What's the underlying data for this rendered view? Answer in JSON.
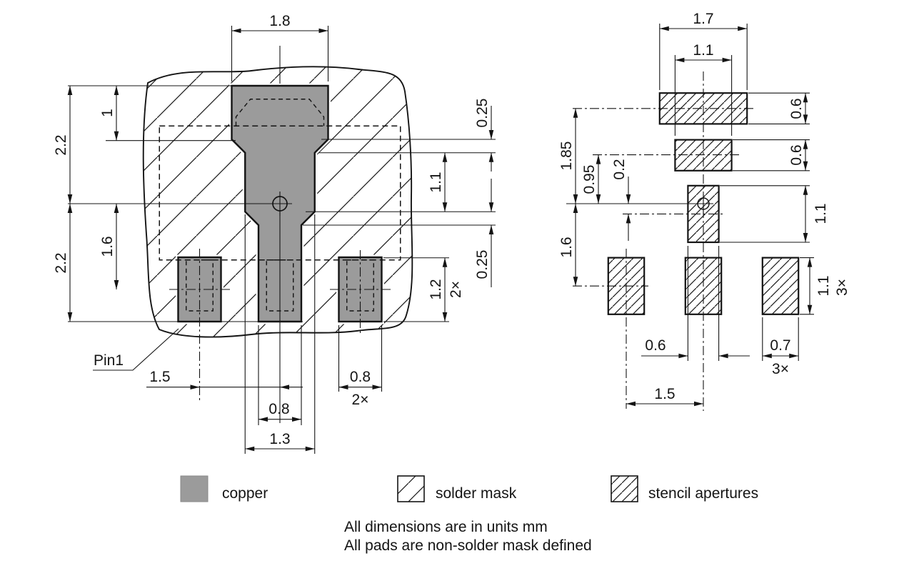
{
  "figures": {
    "land_pattern": {
      "name": "copper land pattern with solder mask",
      "pin1": "Pin1",
      "dims": {
        "top_width": "1.8",
        "left_total_top": "2.2",
        "left_top_section": "1",
        "left_total_bottom": "2.2",
        "left_pad_row_offset": "1.6",
        "right_chamfer_top": "0.25",
        "right_mid_height": "1.1",
        "right_chamfer_bottom": "0.25",
        "right_pad_height": "1.2",
        "right_pad_qty": "2×",
        "bottom_pad_pitch": "1.5",
        "bottom_tail_width": "0.8",
        "bottom_mid_width": "1.3",
        "bottom_pad_width": "0.8",
        "bottom_pad_qty": "2×"
      }
    },
    "stencil": {
      "name": "stencil apertures",
      "dims": {
        "top_tab_width": "1.7",
        "top_inner_width": "1.1",
        "left_tab_offset": "1.85",
        "left_inner_offset": "0.95",
        "left_center_offset": "0.2",
        "left_row_offset": "1.6",
        "right_tab_height": "0.6",
        "right_inner_height": "0.6",
        "right_center_height": "1.1",
        "right_row_height": "1.1",
        "right_row_qty": "3×",
        "bottom_center_width": "0.6",
        "bottom_pad_width": "0.7",
        "bottom_pad_qty": "3×",
        "bottom_pitch": "1.5"
      }
    }
  },
  "legend": {
    "items": [
      {
        "id": "copper",
        "label": "copper"
      },
      {
        "id": "solder-mask",
        "label": "solder mask"
      },
      {
        "id": "stencil-apertures",
        "label": "stencil apertures"
      }
    ]
  },
  "notes": {
    "line1": "All dimensions are in units mm",
    "line2": "All pads are non-solder mask defined"
  },
  "colors": {
    "copper": "#9b9b9b",
    "line": "#141414",
    "background": "#ffffff"
  }
}
